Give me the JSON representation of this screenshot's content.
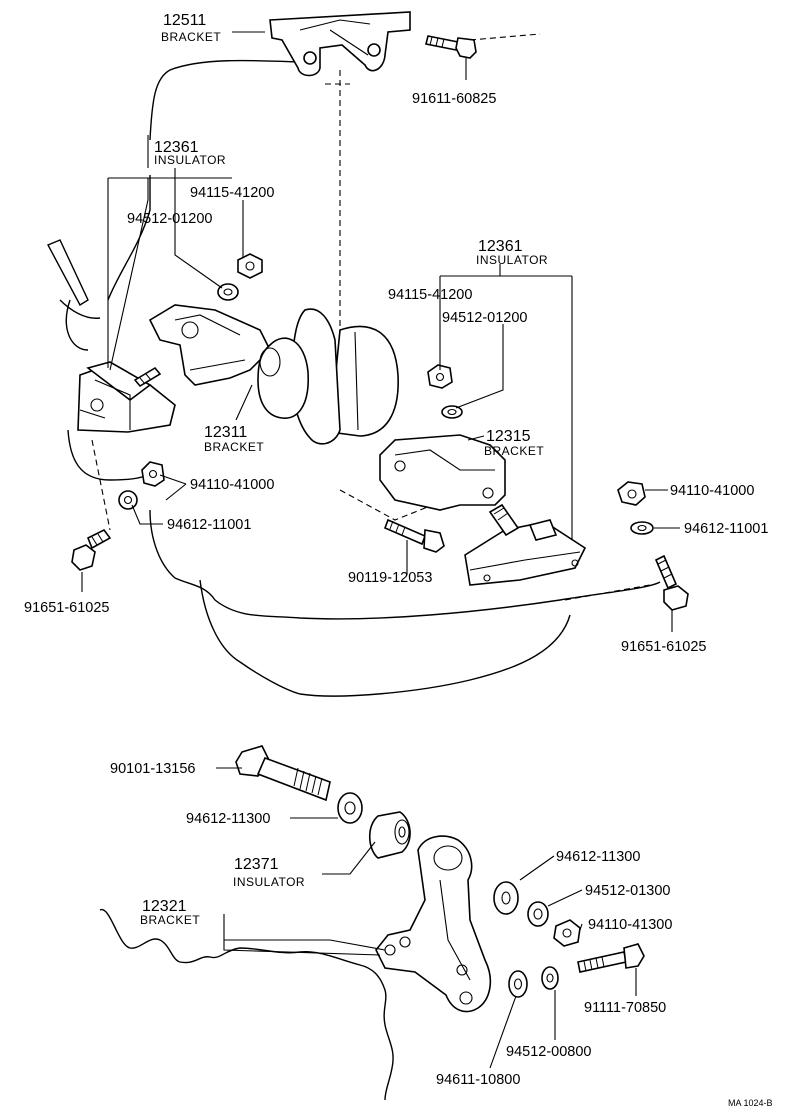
{
  "diagram": {
    "drawing_code": "MA 1024-B",
    "callouts": {
      "bracket_12511": {
        "number": "12511",
        "word": "BRACKET"
      },
      "insulator_12361_left": {
        "number": "12361",
        "word": "INSULATOR"
      },
      "insulator_12361_right": {
        "number": "12361",
        "word": "INSULATOR"
      },
      "bracket_12311": {
        "number": "12311",
        "word": "BRACKET"
      },
      "bracket_12315": {
        "number": "12315",
        "word": "BRACKET"
      },
      "insulator_12371": {
        "number": "12371",
        "word": "INSULATOR"
      },
      "bracket_12321": {
        "number": "12321",
        "word": "BRACKET"
      }
    },
    "parts": {
      "bolt_top": "91611-60825",
      "nut_left_top": "94115-41200",
      "washer_left_top": "94512-01200",
      "nut_right_top": "94115-41200",
      "washer_right_top": "94512-01200",
      "nut_left_mid": "94110-41000",
      "washer_left_mid": "94612-11001",
      "bolt_left_low": "91651-61025",
      "bolt_center": "90119-12053",
      "nut_right_mid": "94110-41000",
      "washer_right_mid": "94612-11001",
      "bolt_right_low": "91651-61025",
      "bolt_long": "90101-13156",
      "washer_collar": "94612-11300",
      "washer_right_a": "94612-11300",
      "washer_right_b": "94512-01300",
      "nut_right_low": "94110-41300",
      "bolt_short": "91111-70850",
      "washer_small": "94512-00800",
      "washer_bottom": "94611-10800"
    }
  }
}
